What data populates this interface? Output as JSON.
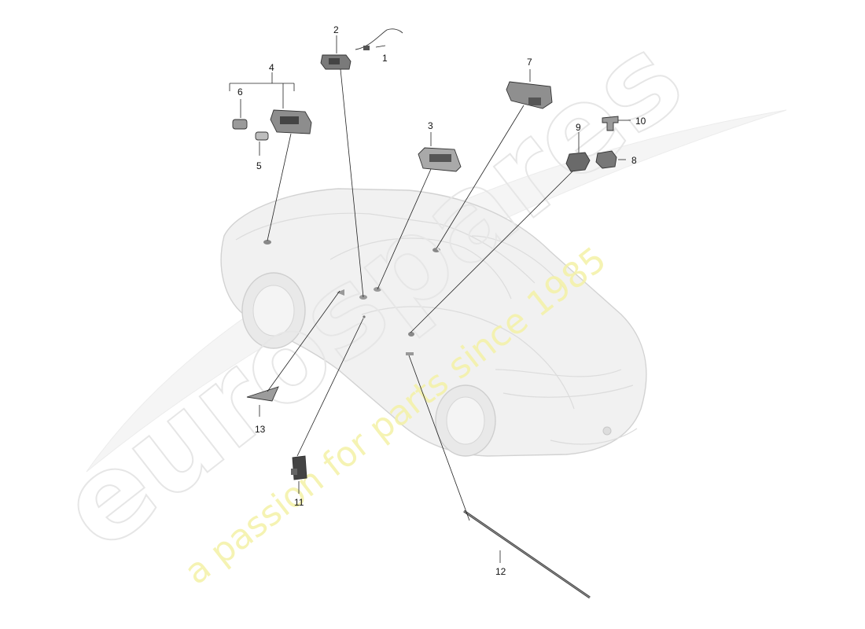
{
  "watermark": {
    "brand": "eurospares",
    "tagline": "a passion for parts since 1985",
    "brand_color": "#e6e6e6",
    "tagline_color": "#f4f2a6"
  },
  "callouts": [
    {
      "id": "1",
      "label": "1"
    },
    {
      "id": "2",
      "label": "2"
    },
    {
      "id": "3",
      "label": "3"
    },
    {
      "id": "4",
      "label": "4"
    },
    {
      "id": "5",
      "label": "5"
    },
    {
      "id": "6",
      "label": "6"
    },
    {
      "id": "7",
      "label": "7"
    },
    {
      "id": "8",
      "label": "8"
    },
    {
      "id": "9",
      "label": "9"
    },
    {
      "id": "10",
      "label": "10"
    },
    {
      "id": "11",
      "label": "11"
    },
    {
      "id": "12",
      "label": "12"
    },
    {
      "id": "13",
      "label": "13"
    }
  ]
}
